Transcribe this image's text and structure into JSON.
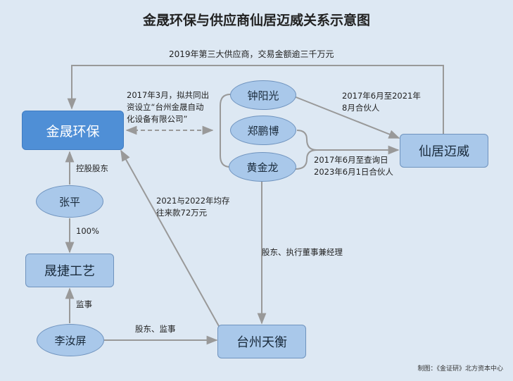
{
  "title": "金晟环保与供应商仙居迈威关系示意图",
  "nodes": {
    "jinsheng": "金晟环保",
    "zhongyangguang": "钟阳光",
    "zhengpengbo": "郑鹏博",
    "huangjinlong": "黄金龙",
    "xianjumaiwei": "仙居迈威",
    "zhangping": "张平",
    "shengjie": "晟捷工艺",
    "liruping": "李汝屏",
    "taizhoutianheng": "台州天衡"
  },
  "labels": {
    "top": "2019年第三大供应商，交易金额逾三千万元",
    "plan_1": "2017年3月，拟共同出",
    "plan_2": "资设立“台州金晟自动",
    "plan_3": "化设备有限公司”",
    "partner_zhong_1": "2017年6月至2021年",
    "partner_zhong_2": "8月合伙人",
    "partner_huang_1": "2017年6月至查询日",
    "partner_huang_2": "2023年6月1日合伙人",
    "controlling": "控股股东",
    "hundred": "100%",
    "supervisor": "监事",
    "funds_1": "2021与2022年均存",
    "funds_2": "往来款72万元",
    "shareholder_exec": "股东、执行董事兼经理",
    "shareholder_supervisor": "股东、监事"
  },
  "footer": "制图：《金证研》北方资本中心",
  "colors": {
    "background": "#dde8f3",
    "main_node": "#4f8fd6",
    "node": "#a9c8ea",
    "line": "#999999"
  }
}
